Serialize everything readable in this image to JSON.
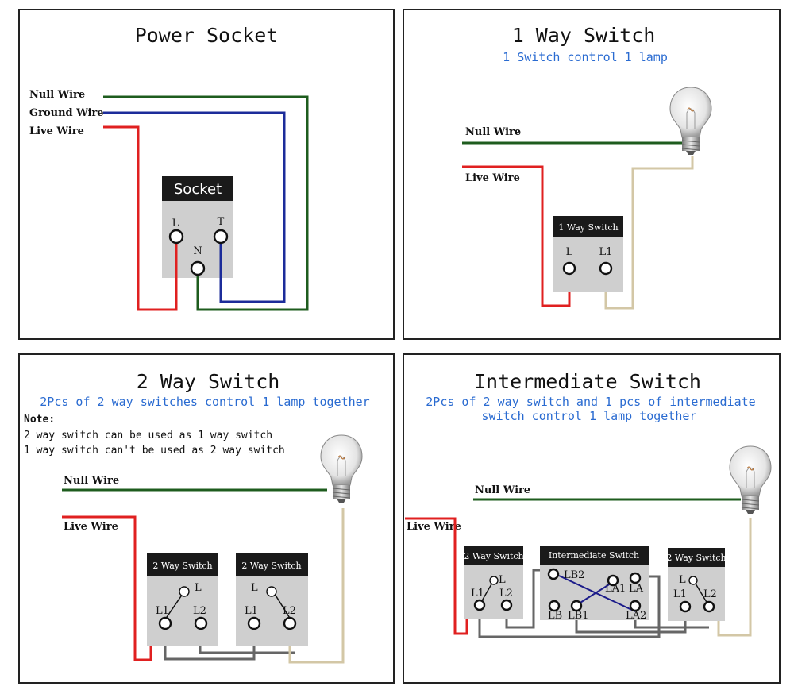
{
  "panel1": {
    "title": "Power Socket",
    "wires": [
      "Null Wire",
      "Ground Wire",
      "Live Wire"
    ],
    "box_label": "Socket",
    "terms": {
      "L": "L",
      "T": "T",
      "N": "N"
    }
  },
  "panel2": {
    "title": "1 Way Switch",
    "subtitle": "1 Switch control 1 lamp",
    "null_wire": "Null Wire",
    "live_wire": "Live Wire",
    "box_label": "1 Way Switch",
    "terms": {
      "L": "L",
      "L1": "L1"
    }
  },
  "panel3": {
    "title": "2 Way Switch",
    "subtitle": "2Pcs of 2 way switches control 1 lamp together",
    "note_title": "Note:",
    "note_lines": [
      "2 way switch can be used as 1 way switch",
      "1 way switch can't be used as 2 way switch"
    ],
    "null_wire": "Null Wire",
    "live_wire": "Live Wire",
    "box1_label": "2 Way Switch",
    "box2_label": "2 Way Switch",
    "terms": {
      "L": "L",
      "L1": "L1",
      "L2": "L2"
    }
  },
  "panel4": {
    "title": "Intermediate Switch",
    "subtitle_lines": [
      "2Pcs of 2 way switch and 1 pcs of intermediate",
      "switch control 1 lamp together"
    ],
    "null_wire": "Null Wire",
    "live_wire": "Live Wire",
    "box_left_label": "2 Way Switch",
    "box_mid_label": "Intermediate Switch",
    "box_right_label": "2 Way Switch",
    "terms": {
      "L": "L",
      "L1": "L1",
      "L2": "L2",
      "LB2": "LB2",
      "LA1": "LA1",
      "LA": "LA",
      "LB": "LB",
      "LB1": "LB1",
      "LA2": "LA2"
    }
  },
  "colors": {
    "live": "#e02020",
    "null": "#1e5c1e",
    "ground": "#1c2c9a",
    "lamp": "#d3c7a6",
    "link": "#666666",
    "subtitle": "#2a6bd1"
  },
  "icons": [
    "light-bulb-icon"
  ]
}
